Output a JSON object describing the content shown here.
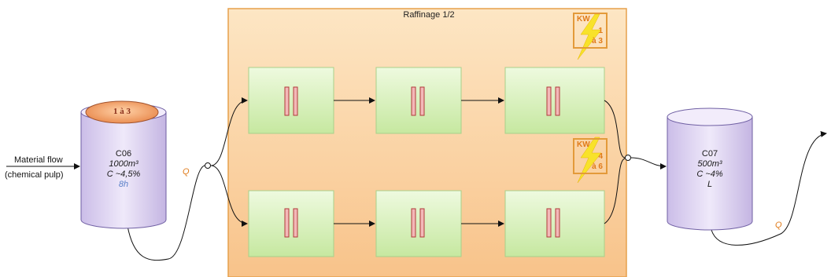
{
  "process_area": {
    "title": "Raffinage 1/2"
  },
  "input": {
    "label_line1": "Material flow",
    "label_line2": "(chemical pulp)"
  },
  "tank_c06": {
    "id": "C06",
    "volume": "1000m³",
    "consistency": "C ~4,5%",
    "time": "8h",
    "lid_label": "1 à 3"
  },
  "tank_c07": {
    "id": "C07",
    "volume": "500m³",
    "consistency": "C ~4%",
    "level": "L"
  },
  "kw_badges": [
    {
      "title": "KW",
      "line1": "1",
      "line2": "à 3"
    },
    {
      "title": "KW",
      "line1": "4",
      "line2": "à 6"
    }
  ],
  "flow_labels": {
    "q1": "Q",
    "q2": "Q"
  },
  "colors": {
    "area_fill": "#fcd9a8",
    "area_border": "#e6a04c",
    "refiner_fill": "#d6f0b4",
    "tank_fill": "#d9cdf0",
    "lid_fill": "#f0a070",
    "accent_orange": "#e07b1a",
    "bar_fill": "#f0b0b0",
    "bar_border": "#c04040"
  },
  "refiners": [
    {
      "name": "refiner-top-1"
    },
    {
      "name": "refiner-top-2"
    },
    {
      "name": "refiner-top-3"
    },
    {
      "name": "refiner-bottom-1"
    },
    {
      "name": "refiner-bottom-2"
    },
    {
      "name": "refiner-bottom-3"
    }
  ]
}
